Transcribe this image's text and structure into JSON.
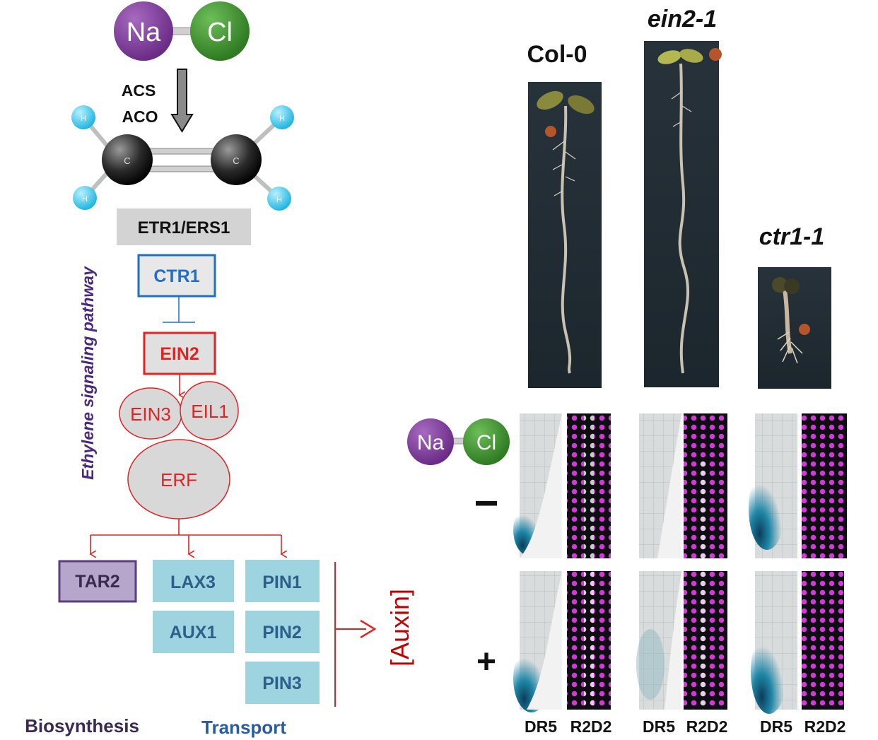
{
  "colors": {
    "na": "#7B3A96",
    "cl": "#3E8E2F",
    "red": "#E02424",
    "blue": "#1F6FC5",
    "gray_box": "#D3D3D3",
    "light_blue": "#9ED3E0",
    "tar2_fill": "#B7A6CC",
    "tar2_border": "#5B3E7C",
    "purple_text": "#4B2A7B",
    "transport_text": "#2B5D9E",
    "box_text_blue": "#2C5F8A",
    "auxin_red": "#C00000"
  },
  "molecule": {
    "na": "Na",
    "cl": "Cl"
  },
  "enzymes": {
    "acs": "ACS",
    "aco": "ACO"
  },
  "ethylene": {
    "carbon": "C",
    "hydrogen": "H"
  },
  "pathway": {
    "side_label": "Ethylene signaling pathway",
    "etr": "ETR1/ERS1",
    "ctr1": "CTR1",
    "ein2": "EIN2",
    "ein3": "EIN3",
    "eil1": "EIL1",
    "erf": "ERF"
  },
  "targets": {
    "tar2": "TAR2",
    "lax3": "LAX3",
    "aux1": "AUX1",
    "pin1": "PIN1",
    "pin2": "PIN2",
    "pin3": "PIN3",
    "auxin": "[Auxin]",
    "biosynthesis": "Biosynthesis",
    "transport": "Transport"
  },
  "genotypes": [
    "Col-0",
    "ein2-1",
    "ctr1-1"
  ],
  "treatments": {
    "minus": "−",
    "plus": "+"
  },
  "markers": {
    "dr5": "DR5",
    "r2d2": "R2D2"
  }
}
